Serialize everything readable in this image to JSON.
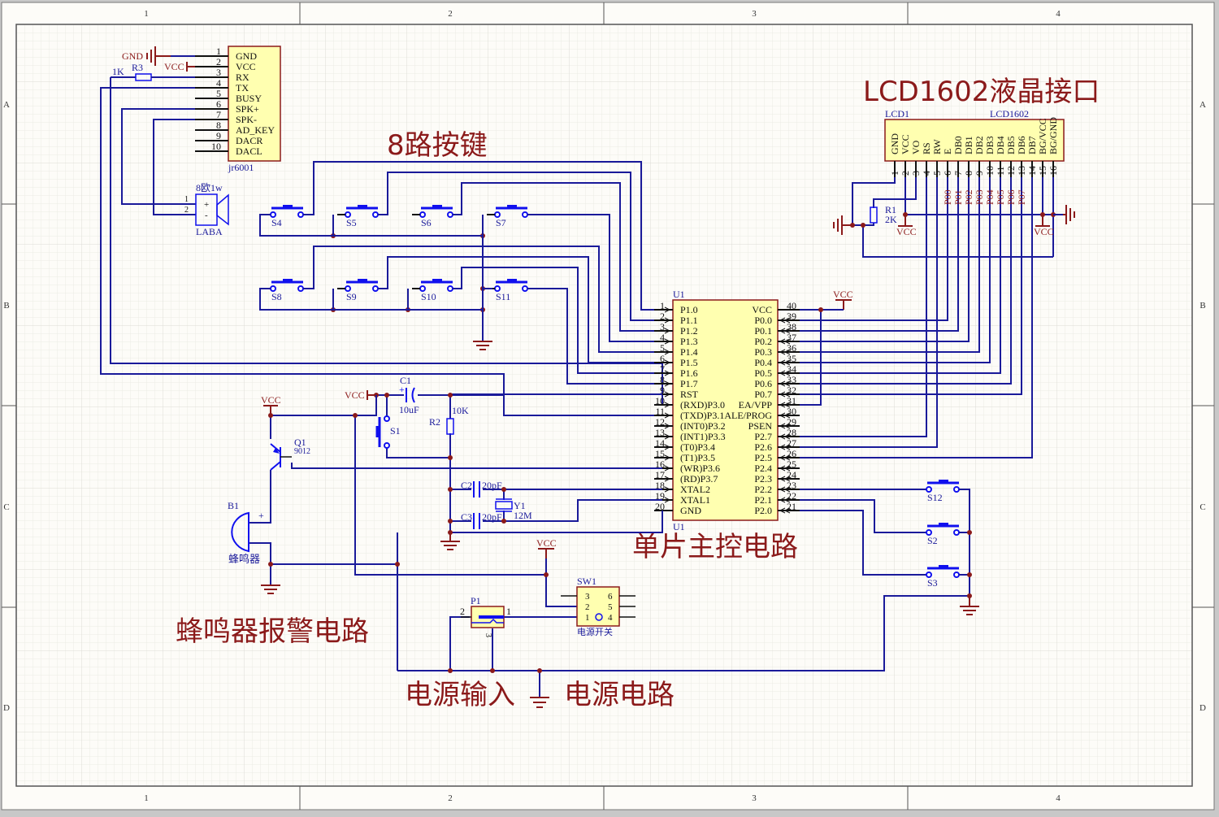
{
  "sheet": {
    "columns": [
      "1",
      "2",
      "3",
      "4"
    ],
    "rows": [
      "A",
      "B",
      "C",
      "D"
    ]
  },
  "titles": {
    "lcd": "LCD1602液晶接口",
    "keys": "8路按键",
    "mcu": "单片主控电路",
    "buzzer": "蜂鸣器报警电路",
    "power_in": "电源输入",
    "power": "电源电路"
  },
  "jr6001": {
    "designator": "jr6001",
    "pins": [
      {
        "num": "1",
        "name": "GND"
      },
      {
        "num": "2",
        "name": "VCC"
      },
      {
        "num": "3",
        "name": "RX"
      },
      {
        "num": "4",
        "name": "TX"
      },
      {
        "num": "5",
        "name": "BUSY"
      },
      {
        "num": "6",
        "name": "SPK+"
      },
      {
        "num": "7",
        "name": "SPK-"
      },
      {
        "num": "8",
        "name": "AD_KEY"
      },
      {
        "num": "9",
        "name": "DACR"
      },
      {
        "num": "10",
        "name": "DACL"
      }
    ],
    "gnd_label": "GND",
    "vcc_label": "VCC"
  },
  "r3": {
    "designator": "R3",
    "value": "1K"
  },
  "speaker": {
    "designator": "LABA",
    "value": "8欧1w",
    "pin1": "1",
    "pin2": "2",
    "plus": "+",
    "minus": "-"
  },
  "switches": {
    "row1": [
      "S4",
      "S5",
      "S6",
      "S7"
    ],
    "row2": [
      "S8",
      "S9",
      "S10",
      "S11"
    ],
    "right": [
      "S12",
      "S2",
      "S3"
    ],
    "reset": "S1"
  },
  "mcu": {
    "designator": "U1",
    "designator_bottom": "U1",
    "left_pins": [
      {
        "num": "1",
        "name": "P1.0"
      },
      {
        "num": "2",
        "name": "P1.1"
      },
      {
        "num": "3",
        "name": "P1.2"
      },
      {
        "num": "4",
        "name": "P1.3"
      },
      {
        "num": "5",
        "name": "P1.4"
      },
      {
        "num": "6",
        "name": "P1.5"
      },
      {
        "num": "7",
        "name": "P1.6"
      },
      {
        "num": "8",
        "name": "P1.7"
      },
      {
        "num": "9",
        "name": "RST"
      },
      {
        "num": "10",
        "name": "(RXD)P3.0"
      },
      {
        "num": "11",
        "name": "(TXD)P3.1"
      },
      {
        "num": "12",
        "name": "(INT0)P3.2"
      },
      {
        "num": "13",
        "name": "(INT1)P3.3"
      },
      {
        "num": "14",
        "name": "(T0)P3.4"
      },
      {
        "num": "15",
        "name": "(T1)P3.5"
      },
      {
        "num": "16",
        "name": "(WR)P3.6"
      },
      {
        "num": "17",
        "name": "(RD)P3.7"
      },
      {
        "num": "18",
        "name": "XTAL2"
      },
      {
        "num": "19",
        "name": "XTAL1"
      },
      {
        "num": "20",
        "name": "GND"
      }
    ],
    "right_pins": [
      {
        "num": "40",
        "name": "VCC"
      },
      {
        "num": "39",
        "name": "P0.0"
      },
      {
        "num": "38",
        "name": "P0.1"
      },
      {
        "num": "37",
        "name": "P0.2"
      },
      {
        "num": "36",
        "name": "P0.3"
      },
      {
        "num": "35",
        "name": "P0.4"
      },
      {
        "num": "34",
        "name": "P0.5"
      },
      {
        "num": "33",
        "name": "P0.6"
      },
      {
        "num": "32",
        "name": "P0.7"
      },
      {
        "num": "31",
        "name": "EA/VPP"
      },
      {
        "num": "30",
        "name": "ALE/PROG"
      },
      {
        "num": "29",
        "name": "PSEN"
      },
      {
        "num": "28",
        "name": "P2.7"
      },
      {
        "num": "27",
        "name": "P2.6"
      },
      {
        "num": "26",
        "name": "P2.5"
      },
      {
        "num": "25",
        "name": "P2.4"
      },
      {
        "num": "24",
        "name": "P2.3"
      },
      {
        "num": "23",
        "name": "P2.2"
      },
      {
        "num": "22",
        "name": "P2.1"
      },
      {
        "num": "21",
        "name": "P2.0"
      }
    ],
    "vcc_label": "VCC"
  },
  "lcd": {
    "designator": "LCD1",
    "part": "LCD1602",
    "pins": [
      {
        "num": "1",
        "name": "GND"
      },
      {
        "num": "2",
        "name": "VCC"
      },
      {
        "num": "3",
        "name": "VO"
      },
      {
        "num": "4",
        "name": "RS"
      },
      {
        "num": "5",
        "name": "RW"
      },
      {
        "num": "6",
        "name": "E"
      },
      {
        "num": "7",
        "name": "DB0"
      },
      {
        "num": "8",
        "name": "DB1"
      },
      {
        "num": "9",
        "name": "DB2"
      },
      {
        "num": "10",
        "name": "DB3"
      },
      {
        "num": "11",
        "name": "DB4"
      },
      {
        "num": "12",
        "name": "DB5"
      },
      {
        "num": "13",
        "name": "DB6"
      },
      {
        "num": "14",
        "name": "DB7"
      },
      {
        "num": "15",
        "name": "BG/VCC"
      },
      {
        "num": "16",
        "name": "BG/GND"
      }
    ],
    "nets": [
      "P00",
      "P01",
      "P02",
      "P03",
      "P04",
      "P05",
      "P06",
      "P07"
    ],
    "vcc_label": "VCC"
  },
  "r1": {
    "designator": "R1",
    "value": "2K"
  },
  "reset_circuit": {
    "c1": {
      "designator": "C1",
      "value": "10uF",
      "polarity": "+"
    },
    "r2": {
      "designator": "R2",
      "value": "10K"
    },
    "vcc_label": "VCC"
  },
  "crystal": {
    "c2": {
      "designator": "C2",
      "value": "20pF"
    },
    "c3": {
      "designator": "C3",
      "value": "20pF"
    },
    "y1": {
      "designator": "Y1",
      "value": "12M"
    }
  },
  "buzzer_circuit": {
    "q1": {
      "designator": "Q1",
      "value": "9012"
    },
    "b1": {
      "designator": "B1",
      "value": "蜂鸣器",
      "plus": "+"
    },
    "vcc_label": "VCC"
  },
  "power_circuit": {
    "p1": {
      "designator": "P1",
      "pin1": "1",
      "pin2": "2",
      "pin3": "3"
    },
    "sw1": {
      "designator": "SW1",
      "value": "电源开关",
      "pins": [
        "3",
        "6",
        "2",
        "5",
        "1",
        "4"
      ]
    },
    "vcc_label": "VCC"
  }
}
